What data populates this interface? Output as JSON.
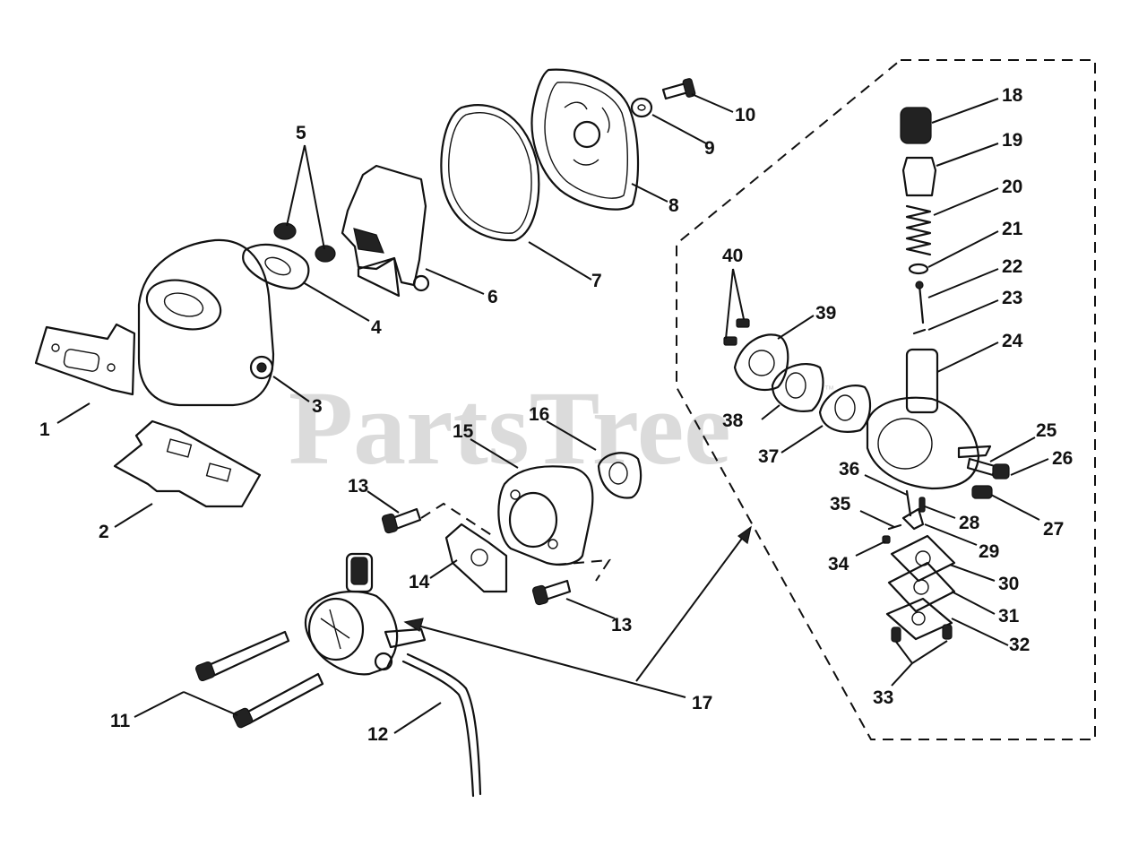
{
  "watermark": {
    "text": "PartsTree",
    "mark": "™"
  },
  "callouts": [
    {
      "id": "1",
      "label": "1"
    },
    {
      "id": "2",
      "label": "2"
    },
    {
      "id": "3",
      "label": "3"
    },
    {
      "id": "4",
      "label": "4"
    },
    {
      "id": "5",
      "label": "5"
    },
    {
      "id": "6",
      "label": "6"
    },
    {
      "id": "7",
      "label": "7"
    },
    {
      "id": "8",
      "label": "8"
    },
    {
      "id": "9",
      "label": "9"
    },
    {
      "id": "10",
      "label": "10"
    },
    {
      "id": "11",
      "label": "11"
    },
    {
      "id": "12",
      "label": "12"
    },
    {
      "id": "13a",
      "label": "13"
    },
    {
      "id": "13b",
      "label": "13"
    },
    {
      "id": "14",
      "label": "14"
    },
    {
      "id": "15",
      "label": "15"
    },
    {
      "id": "16",
      "label": "16"
    },
    {
      "id": "17",
      "label": "17"
    },
    {
      "id": "18",
      "label": "18"
    },
    {
      "id": "19",
      "label": "19"
    },
    {
      "id": "20",
      "label": "20"
    },
    {
      "id": "21",
      "label": "21"
    },
    {
      "id": "22",
      "label": "22"
    },
    {
      "id": "23",
      "label": "23"
    },
    {
      "id": "24",
      "label": "24"
    },
    {
      "id": "25",
      "label": "25"
    },
    {
      "id": "26",
      "label": "26"
    },
    {
      "id": "27",
      "label": "27"
    },
    {
      "id": "28",
      "label": "28"
    },
    {
      "id": "29",
      "label": "29"
    },
    {
      "id": "30",
      "label": "30"
    },
    {
      "id": "31",
      "label": "31"
    },
    {
      "id": "32",
      "label": "32"
    },
    {
      "id": "33",
      "label": "33"
    },
    {
      "id": "34",
      "label": "34"
    },
    {
      "id": "35",
      "label": "35"
    },
    {
      "id": "36",
      "label": "36"
    },
    {
      "id": "37",
      "label": "37"
    },
    {
      "id": "38",
      "label": "38"
    },
    {
      "id": "39",
      "label": "39"
    },
    {
      "id": "40",
      "label": "40"
    }
  ]
}
